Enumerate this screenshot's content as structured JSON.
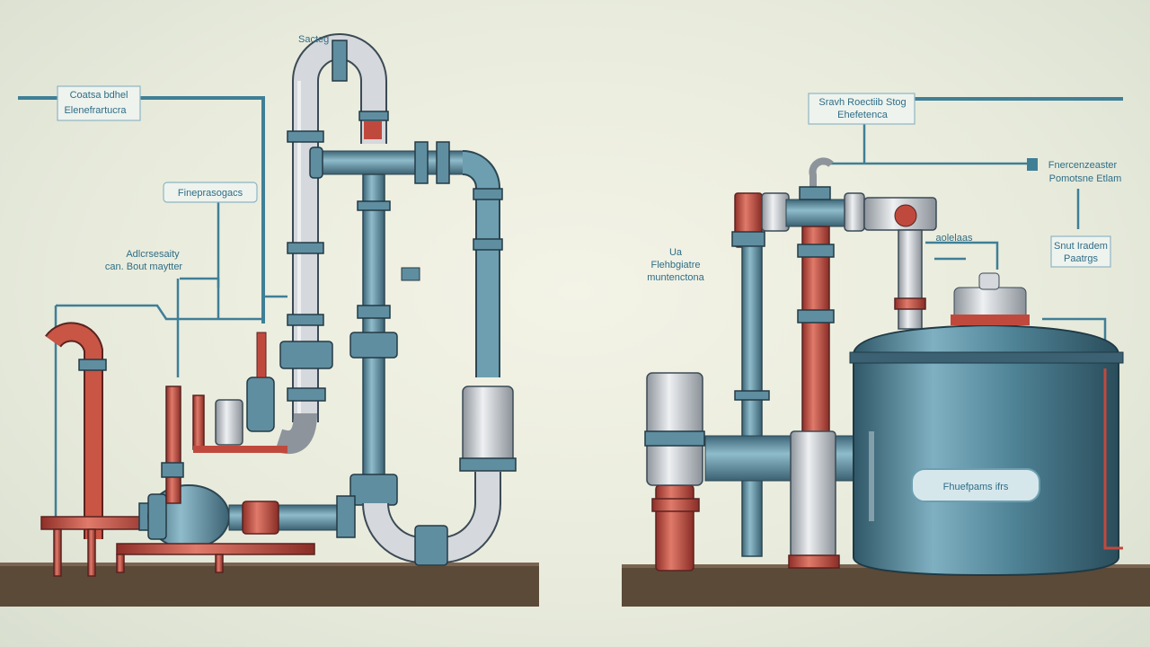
{
  "labels": {
    "top_tag": "Sacteg",
    "left_main_line1": "Coatsa bdhel",
    "left_main_line2": "Elenefrartucra",
    "left_mid": "Fineprasogacs",
    "left_lower_line1": "Adlcrsesaity",
    "left_lower_line2": "can. Bout maytter",
    "right_top_line1": "Sravh Roectiib Stog",
    "right_top_line2": "Ehefetenca",
    "right_side_line1": "Fnercenzeaster",
    "right_side_line2": "Pomotsne Etlam",
    "right_small": "aolelaas",
    "right_lower_line1": "Snut Iradem",
    "right_lower_line2": "Paatrgs",
    "right_left_line1": "Ua",
    "right_left_line2": "Flehbgiatre",
    "right_left_line3": "muntenctona",
    "tank_label": "Fhuefpams ifrs"
  },
  "colors": {
    "pipe_blue": "#5f8ea0",
    "pipe_red": "#c0493e",
    "pipe_steel": "#c9ccd0",
    "leader_line": "#3f7f96",
    "tank": "#4f8396",
    "ground": "#5b4a38"
  }
}
